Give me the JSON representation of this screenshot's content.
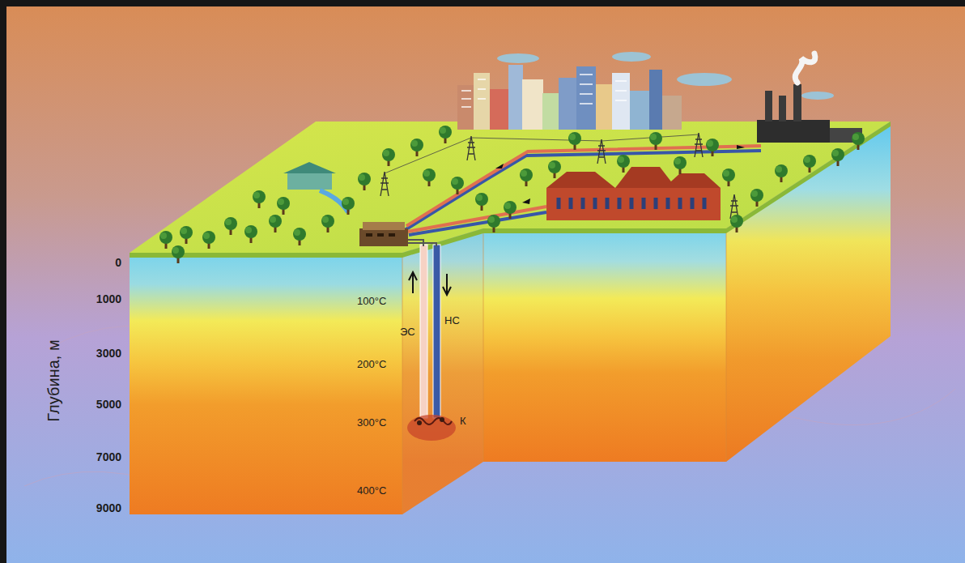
{
  "diagram": {
    "labels": [
      "0",
      "1000",
      "3000",
      "5000",
      "7000",
      "9000",
      "Глубина, м",
      "100°C",
      "ЭС",
      "НС",
      "200°C",
      "300°C",
      "К",
      "400°C"
    ]
  }
}
